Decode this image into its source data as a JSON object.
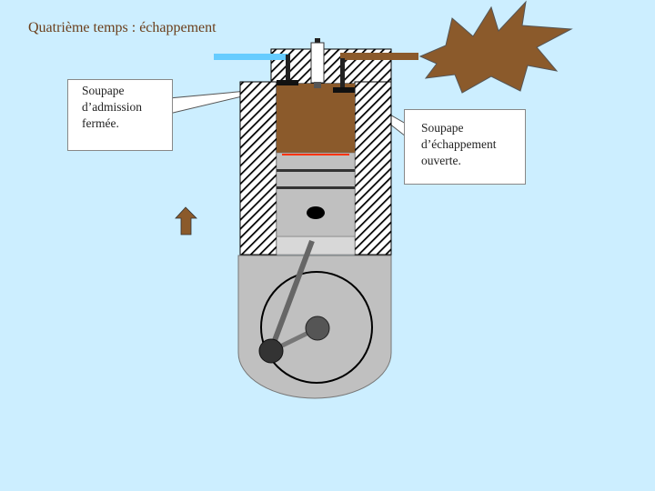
{
  "title": "Quatrième temps : échappement",
  "callouts": {
    "intake": "Soupape\nd’admission\nfermée.",
    "exhaust": "Soupape\nd’échappement\nouverte."
  },
  "colors": {
    "background": "#cceeff",
    "title": "#6b3f1c",
    "intake_pipe": "#66ccff",
    "exhaust_gas": "#8b5a2b",
    "piston": "#c0c0c0",
    "crankcase": "#c0c0c0"
  },
  "indicators": {
    "piston_direction": "up-arrow"
  }
}
